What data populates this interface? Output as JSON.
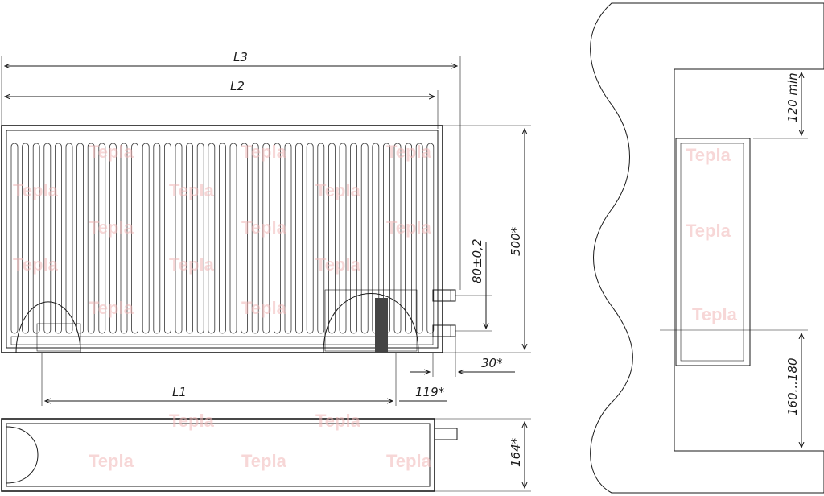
{
  "labels": {
    "L3": "L3",
    "L2": "L2",
    "L1": "L1",
    "d500": "500*",
    "d80": "80±0,2",
    "d30": "30*",
    "d119": "119*",
    "d164": "164*",
    "d120": "120 min",
    "d160": "160...180"
  },
  "watermark": {
    "text": "Tepla",
    "color": "#f2b8b8"
  }
}
